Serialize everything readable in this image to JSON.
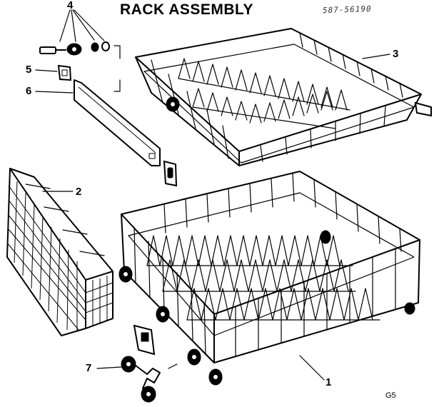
{
  "title": "RACK ASSEMBLY",
  "serial_stamp": "587-56190",
  "figure_code": "G5",
  "callouts": {
    "c1": "1",
    "c2": "2",
    "c3": "3",
    "c4": "4",
    "c5": "5",
    "c6": "6",
    "c7": "7"
  },
  "parts": [
    {
      "label": "1",
      "part": "lower rack"
    },
    {
      "label": "2",
      "part": "silverware basket"
    },
    {
      "label": "3",
      "part": "upper rack"
    },
    {
      "label": "4",
      "part": "roller, bolt and washers"
    },
    {
      "label": "5",
      "part": "track stop"
    },
    {
      "label": "6",
      "part": "rack track"
    },
    {
      "label": "7",
      "part": "wheel assembly"
    }
  ]
}
